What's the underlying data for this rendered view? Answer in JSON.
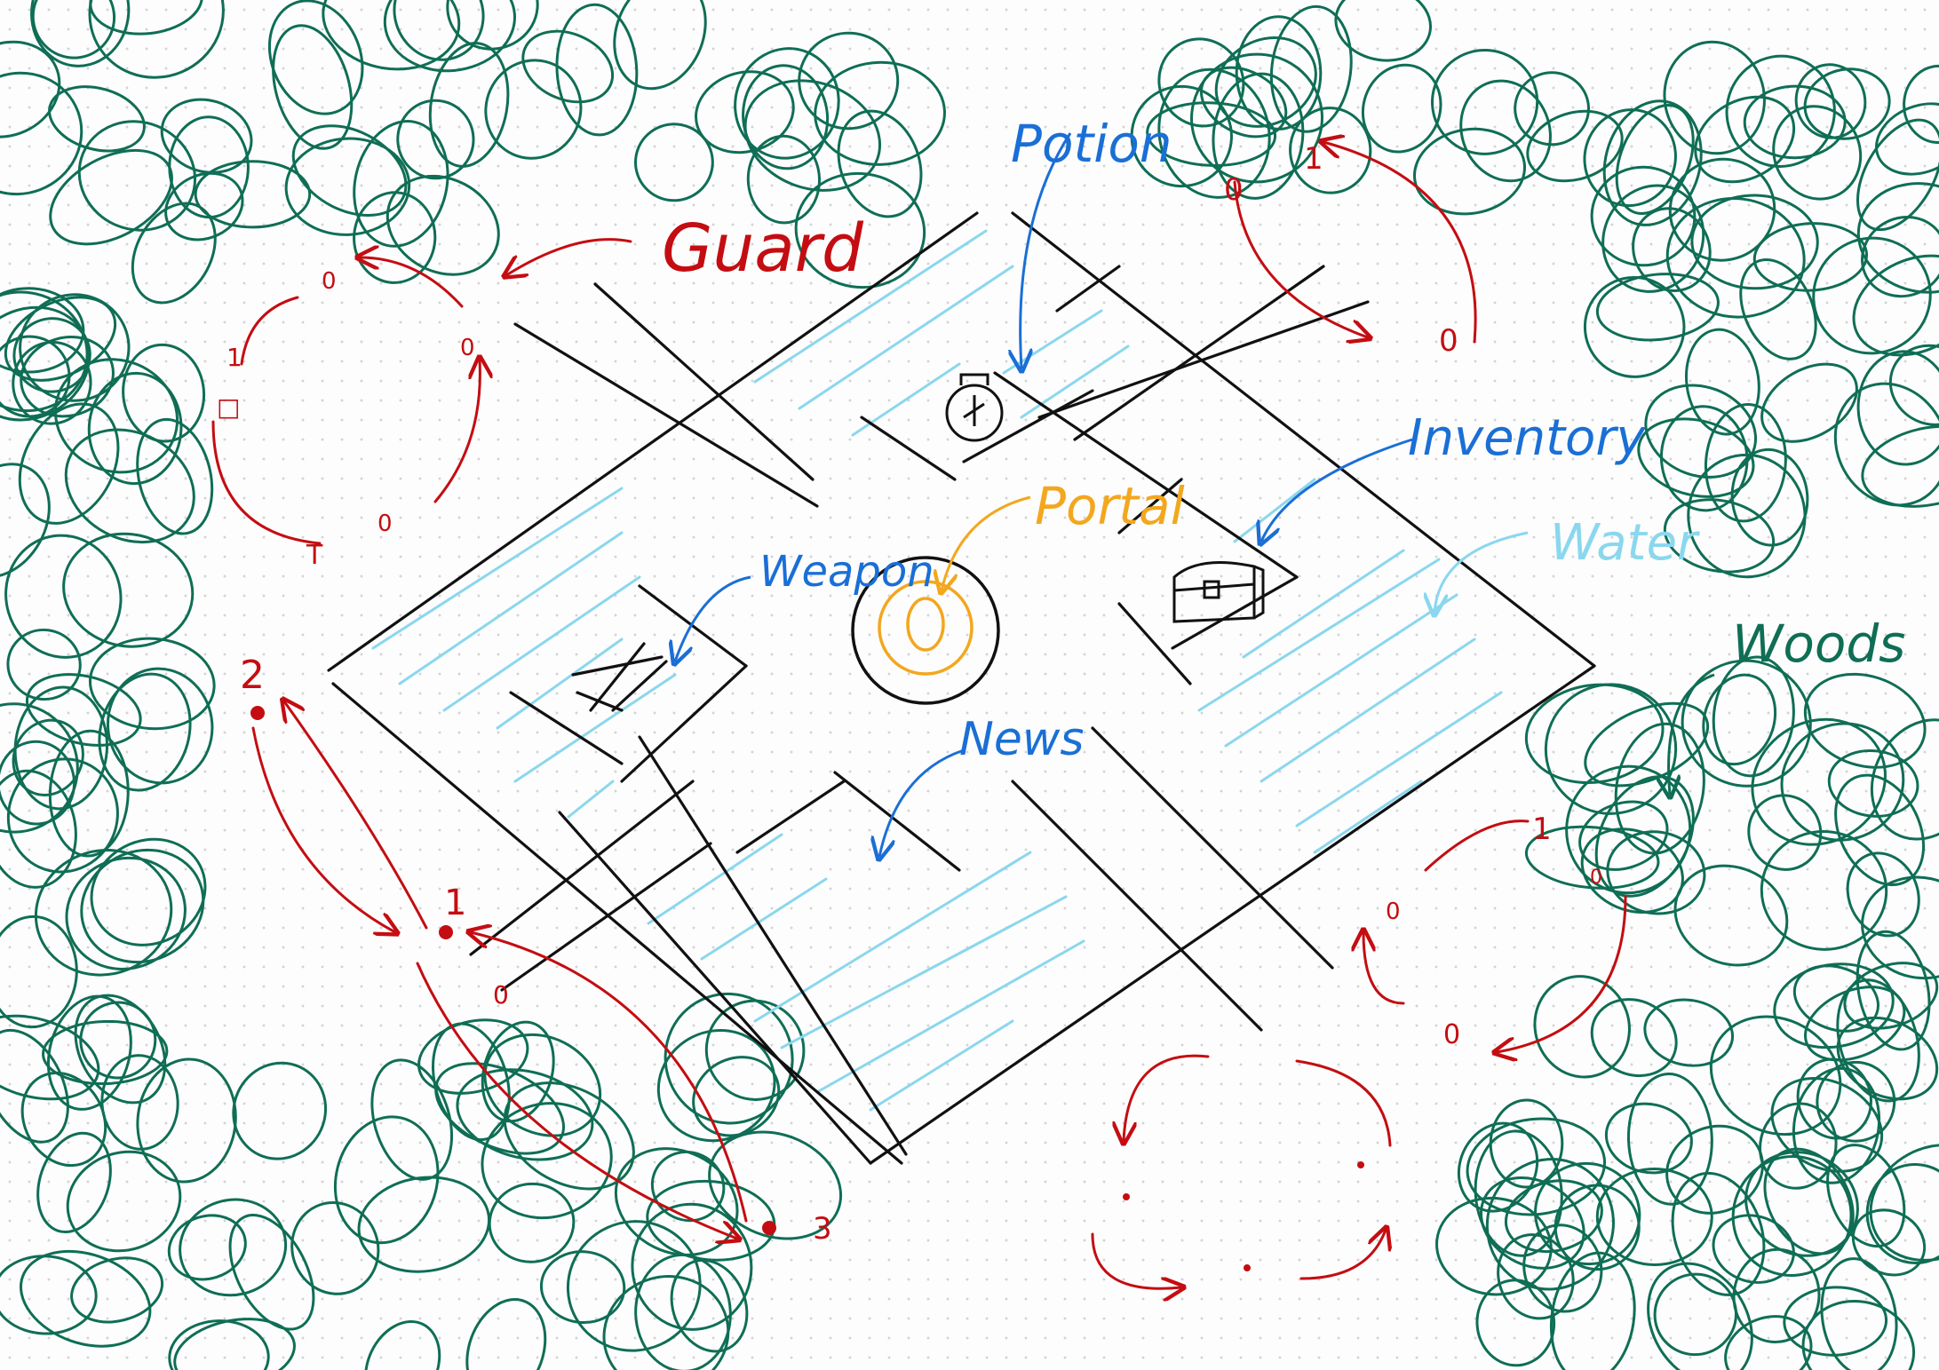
{
  "labels": {
    "guard": "Guard",
    "potion": "Potion",
    "inventory": "Inventory",
    "portal": "Portal",
    "weapon": "Weapon",
    "water": "Water",
    "woods": "Woods",
    "news": "News"
  },
  "waypoints": {
    "upper_left": [
      "0",
      "0",
      "1",
      "□",
      "T",
      "0"
    ],
    "left": [
      "2",
      "1",
      "0",
      "3"
    ],
    "upper_right": [
      "0",
      "1",
      "0"
    ],
    "lower_right": [
      "1",
      "0",
      "0",
      "0"
    ]
  },
  "colors": {
    "woods": "#0f6e55",
    "guard": "#c40d12",
    "label_blue": "#1a6fd6",
    "water": "#8ad7ee",
    "portal": "#f3a71e",
    "ink": "#111111"
  },
  "icons": [
    "potion-icon",
    "chest-icon",
    "crossed-swords-icon",
    "portal-icon"
  ]
}
